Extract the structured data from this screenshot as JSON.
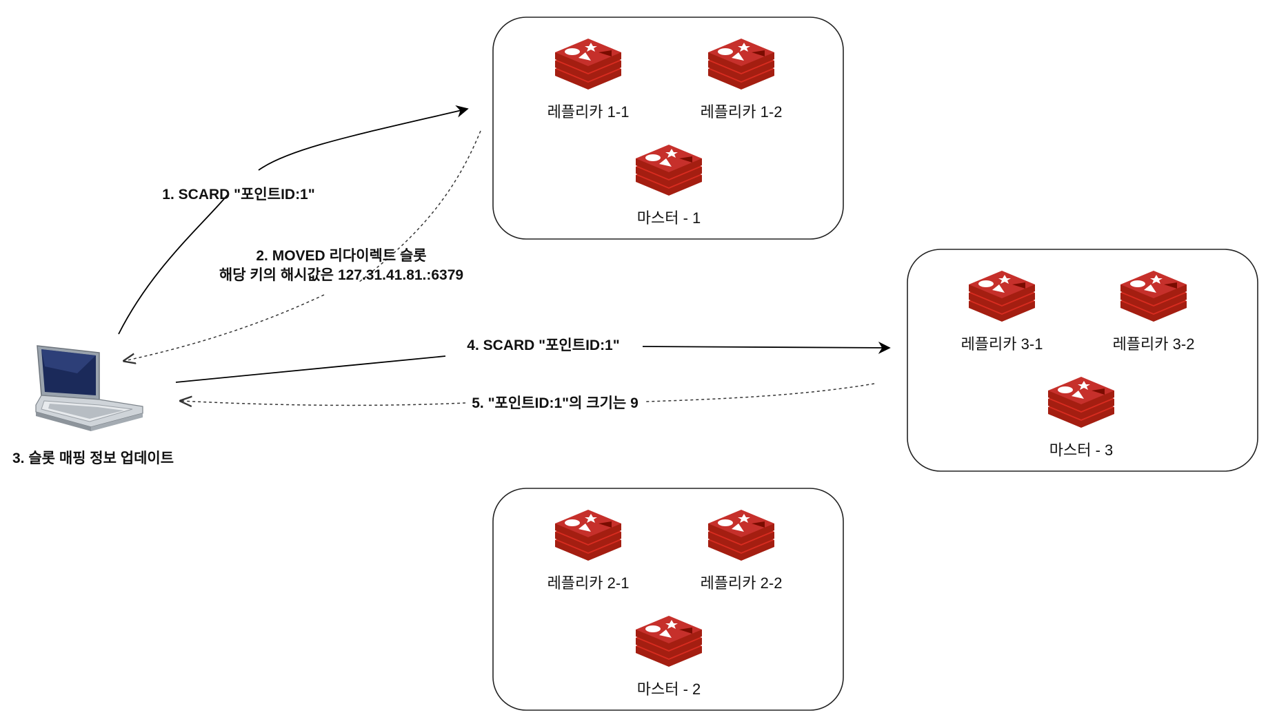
{
  "clusters": {
    "top": {
      "replica_a_label": "레플리카 1-1",
      "replica_b_label": "레플리카 1-2",
      "master_label": "마스터  - 1"
    },
    "right": {
      "replica_a_label": "레플리카 3-1",
      "replica_b_label": "레플리카 3-2",
      "master_label": "마스터  - 3"
    },
    "bottom": {
      "replica_a_label": "레플리카 2-1",
      "replica_b_label": "레플리카 2-2",
      "master_label": "마스터  - 2"
    }
  },
  "client": {
    "label": "3. 슬롯 매핑 정보 업데이트",
    "icon": "laptop-icon"
  },
  "edges": {
    "step1": "1. SCARD \"포인트ID:1\"",
    "step2_line1": "2. MOVED 리다이렉트 슬롯",
    "step2_line2": "해당 키의 해시값은 127.31.41.81.:6379",
    "step4": "4. SCARD \"포인트ID:1\"",
    "step5": "5. \"포인트ID:1\"의 크기는 9"
  },
  "colors": {
    "redis_red": "#c6302b",
    "redis_dark": "#a41e11",
    "redis_light": "#d82c20"
  },
  "node_icon": "redis-icon"
}
